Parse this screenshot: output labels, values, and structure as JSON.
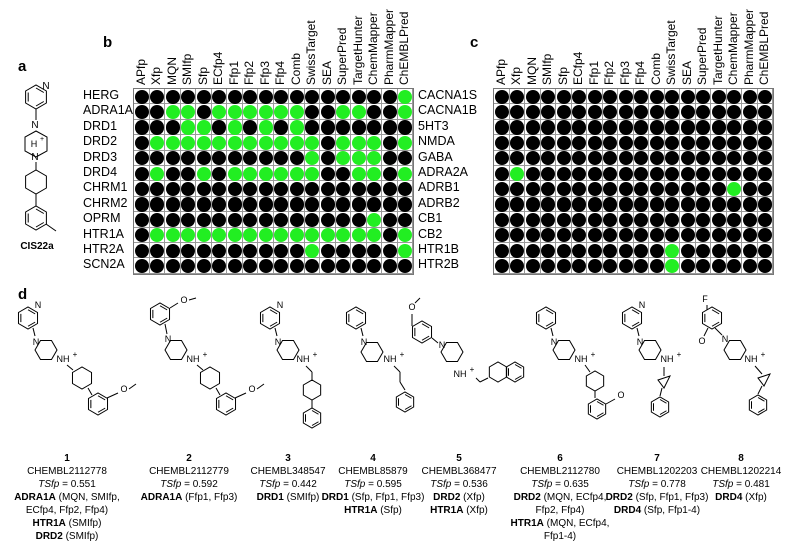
{
  "panel_labels": {
    "a": "a",
    "b": "b",
    "c": "c",
    "d": "d"
  },
  "colors": {
    "hit": "#22ee22",
    "no_hit": "#000000"
  },
  "compound_a": {
    "name": "CIS22a"
  },
  "atoms": {
    "N": "N",
    "H": "H",
    "plus": "+",
    "NH": "NH",
    "O": "O",
    "F": "F"
  },
  "columns": [
    "APfp",
    "Xfp",
    "MQN",
    "SMIfp",
    "Sfp",
    "ECfp4",
    "Ffp1",
    "Ffp2",
    "Ffp3",
    "Ffp4",
    "Comb",
    "SwissTarget",
    "SEA",
    "SuperPred",
    "TargetHunter",
    "ChemMapper",
    "PharmMapper",
    "ChEMBLPred"
  ],
  "grid_b": {
    "rows": [
      "HERG",
      "ADRA1A",
      "DRD1",
      "DRD2",
      "DRD3",
      "DRD4",
      "CHRM1",
      "CHRM2",
      "OPRM",
      "HTR1A",
      "HTR2A",
      "SCN2A"
    ],
    "hits": [
      [
        0,
        0,
        0,
        0,
        0,
        0,
        0,
        0,
        0,
        0,
        0,
        0,
        0,
        0,
        0,
        0,
        0,
        1
      ],
      [
        0,
        0,
        1,
        1,
        0,
        1,
        1,
        1,
        1,
        1,
        1,
        0,
        0,
        1,
        1,
        0,
        0,
        1
      ],
      [
        0,
        0,
        0,
        1,
        1,
        0,
        1,
        0,
        1,
        0,
        1,
        0,
        0,
        0,
        0,
        0,
        0,
        0
      ],
      [
        0,
        1,
        1,
        1,
        1,
        1,
        1,
        1,
        1,
        1,
        1,
        1,
        0,
        1,
        1,
        1,
        0,
        1
      ],
      [
        0,
        0,
        0,
        0,
        0,
        0,
        0,
        0,
        0,
        0,
        0,
        1,
        0,
        1,
        1,
        1,
        0,
        0
      ],
      [
        0,
        1,
        0,
        0,
        1,
        0,
        1,
        1,
        1,
        1,
        1,
        1,
        0,
        0,
        1,
        1,
        0,
        1
      ],
      [
        0,
        0,
        0,
        0,
        0,
        0,
        0,
        0,
        0,
        0,
        0,
        0,
        0,
        0,
        0,
        0,
        0,
        0
      ],
      [
        0,
        0,
        0,
        0,
        0,
        0,
        0,
        0,
        0,
        0,
        0,
        0,
        0,
        0,
        0,
        0,
        0,
        0
      ],
      [
        0,
        0,
        0,
        0,
        0,
        0,
        0,
        0,
        0,
        0,
        0,
        0,
        0,
        0,
        0,
        1,
        0,
        0
      ],
      [
        0,
        1,
        1,
        1,
        1,
        1,
        1,
        1,
        1,
        1,
        1,
        1,
        1,
        1,
        1,
        1,
        0,
        1
      ],
      [
        0,
        0,
        0,
        0,
        0,
        0,
        0,
        0,
        0,
        0,
        0,
        1,
        0,
        0,
        0,
        0,
        0,
        1
      ],
      [
        0,
        0,
        0,
        0,
        0,
        0,
        0,
        0,
        0,
        0,
        0,
        0,
        0,
        0,
        0,
        0,
        0,
        0
      ]
    ]
  },
  "grid_c": {
    "rows": [
      "CACNA1S",
      "CACNA1B",
      "5HT3",
      "NMDA",
      "GABA",
      "ADRA2A",
      "ADRB1",
      "ADRB2",
      "CB1",
      "CB2",
      "HTR1B",
      "HTR2B"
    ],
    "hits": [
      [
        0,
        0,
        0,
        0,
        0,
        0,
        0,
        0,
        0,
        0,
        0,
        0,
        0,
        0,
        0,
        0,
        0,
        0
      ],
      [
        0,
        0,
        0,
        0,
        0,
        0,
        0,
        0,
        0,
        0,
        0,
        0,
        0,
        0,
        0,
        0,
        0,
        0
      ],
      [
        0,
        0,
        0,
        0,
        0,
        0,
        0,
        0,
        0,
        0,
        0,
        0,
        0,
        0,
        0,
        0,
        0,
        0
      ],
      [
        0,
        0,
        0,
        0,
        0,
        0,
        0,
        0,
        0,
        0,
        0,
        0,
        0,
        0,
        0,
        0,
        0,
        0
      ],
      [
        0,
        0,
        0,
        0,
        0,
        0,
        0,
        0,
        0,
        0,
        0,
        0,
        0,
        0,
        0,
        0,
        0,
        0
      ],
      [
        0,
        1,
        0,
        0,
        0,
        0,
        0,
        0,
        0,
        0,
        0,
        0,
        0,
        0,
        0,
        0,
        0,
        0
      ],
      [
        0,
        0,
        0,
        0,
        0,
        0,
        0,
        0,
        0,
        0,
        0,
        0,
        0,
        0,
        0,
        1,
        0,
        0
      ],
      [
        0,
        0,
        0,
        0,
        0,
        0,
        0,
        0,
        0,
        0,
        0,
        0,
        0,
        0,
        0,
        0,
        0,
        0
      ],
      [
        0,
        0,
        0,
        0,
        0,
        0,
        0,
        0,
        0,
        0,
        0,
        0,
        0,
        0,
        0,
        0,
        0,
        0
      ],
      [
        0,
        0,
        0,
        0,
        0,
        0,
        0,
        0,
        0,
        0,
        0,
        0,
        0,
        0,
        0,
        0,
        0,
        0
      ],
      [
        0,
        0,
        0,
        0,
        0,
        0,
        0,
        0,
        0,
        0,
        0,
        1,
        0,
        0,
        0,
        0,
        0,
        0
      ],
      [
        0,
        0,
        0,
        0,
        0,
        0,
        0,
        0,
        0,
        0,
        0,
        1,
        0,
        0,
        0,
        0,
        0,
        0
      ]
    ]
  },
  "compounds": [
    {
      "num": "1",
      "chembl": "CHEMBL2112778",
      "tsfp_label": "TSfp",
      "tsfp": "= 0.551",
      "targets": [
        {
          "name": "ADRA1A",
          "detail": " (MQN, SMIfp, ECfp4, Ffp2, Ffp4)"
        },
        {
          "name": "HTR1A",
          "detail": " (SMIfp)"
        },
        {
          "name": "DRD2",
          "detail": " (SMIfp)"
        }
      ]
    },
    {
      "num": "2",
      "chembl": "CHEMBL2112779",
      "tsfp_label": "TSfp",
      "tsfp": "= 0.592",
      "targets": [
        {
          "name": "ADRA1A",
          "detail": " (Ffp1, Ffp3)"
        }
      ]
    },
    {
      "num": "3",
      "chembl": "CHEMBL348547",
      "tsfp_label": "TSfp",
      "tsfp": "= 0.442",
      "targets": [
        {
          "name": "DRD1",
          "detail": " (SMIfp)"
        }
      ]
    },
    {
      "num": "4",
      "chembl": "CHEMBL85879",
      "tsfp_label": "TSfp",
      "tsfp": "= 0.595",
      "targets": [
        {
          "name": "DRD1",
          "detail": " (Sfp, Ffp1, Ffp3)"
        },
        {
          "name": "HTR1A",
          "detail": " (Sfp)"
        }
      ]
    },
    {
      "num": "5",
      "chembl": "CHEMBL368477",
      "tsfp_label": "TSfp",
      "tsfp": "= 0.536",
      "targets": [
        {
          "name": "DRD2",
          "detail": " (Xfp)"
        },
        {
          "name": "HTR1A",
          "detail": " (Xfp)"
        }
      ]
    },
    {
      "num": "6",
      "chembl": "CHEMBL2112780",
      "tsfp_label": "TSfp",
      "tsfp": "= 0.635",
      "targets": [
        {
          "name": "DRD2",
          "detail": " (MQN, ECfp4, Ffp2, Ffp4)"
        },
        {
          "name": "HTR1A",
          "detail": " (MQN, ECfp4, Ffp1-4)"
        }
      ]
    },
    {
      "num": "7",
      "chembl": "CHEMBL1202203",
      "tsfp_label": "TSfp",
      "tsfp": "= 0.778",
      "targets": [
        {
          "name": "DRD2",
          "detail": " (Sfp, Ffp1, Ffp3)"
        },
        {
          "name": "DRD4",
          "detail": " (Sfp, Ffp1-4)"
        }
      ]
    },
    {
      "num": "8",
      "chembl": "CHEMBL1202214",
      "tsfp_label": "TSfp",
      "tsfp": "= 0.481",
      "targets": [
        {
          "name": "DRD4",
          "detail": " (Xfp)"
        }
      ]
    }
  ]
}
